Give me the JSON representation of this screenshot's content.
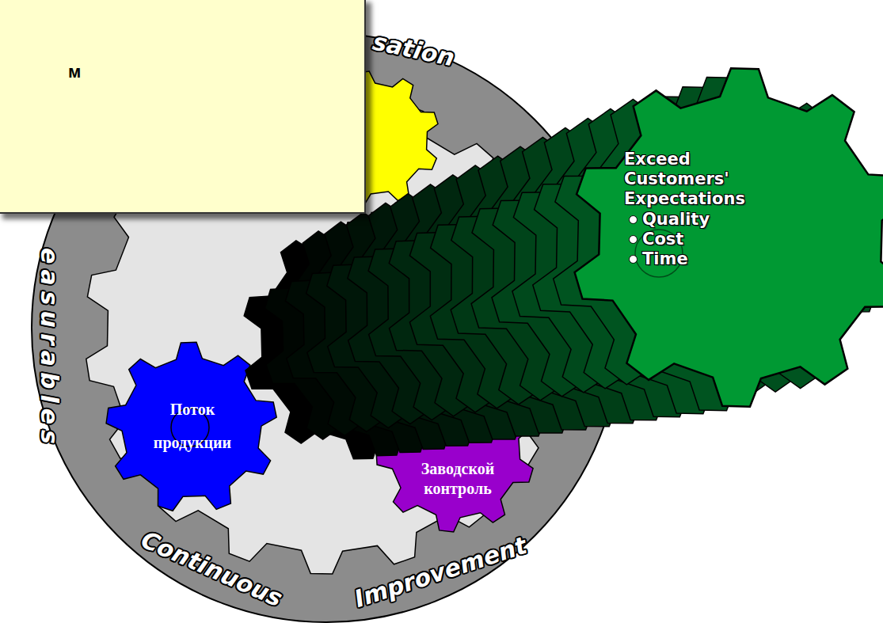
{
  "diagram": {
    "nodes": [
      {
        "text": [
          "м"
        ]
      },
      {
        "text": [
          "Поток продукции"
        ]
      },
      {
        "text": [
          "Заводской контроль"
        ]
      },
      {
        "text": [
          "Exceed Customers' Expectations",
          "Quality",
          "Cost",
          "Time"
        ]
      }
    ],
    "labels": [
      "sation",
      "easurables",
      "Continuous",
      "Improvement"
    ]
  }
}
